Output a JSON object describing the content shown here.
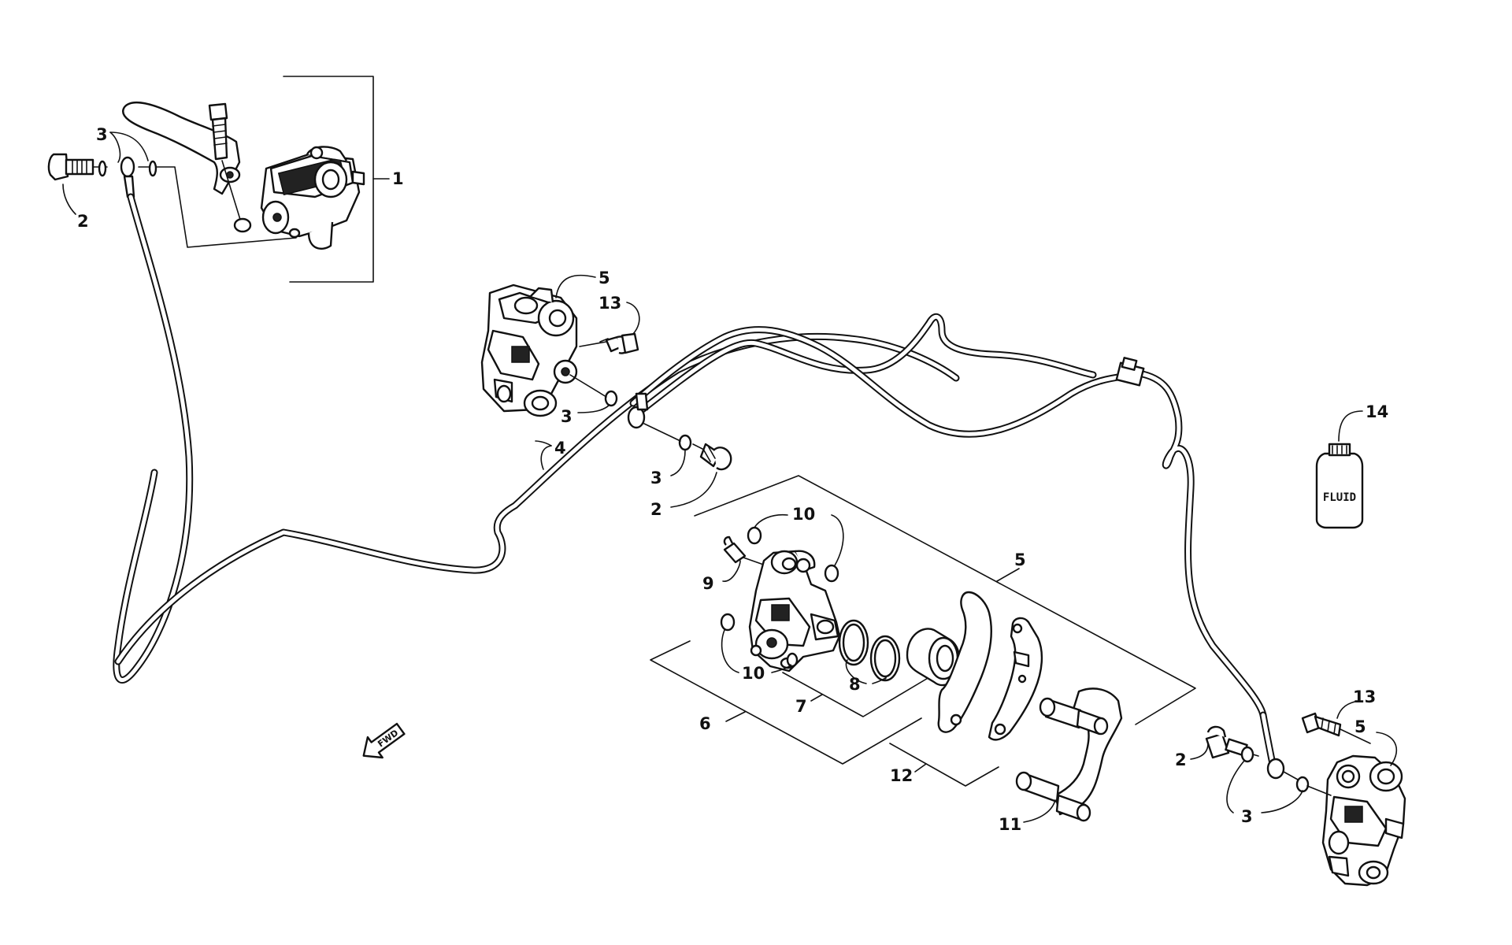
{
  "callouts": [
    {
      "id": "c1",
      "text": "1"
    },
    {
      "id": "c2a",
      "text": "2"
    },
    {
      "id": "c3a",
      "text": "3"
    },
    {
      "id": "c5a",
      "text": "5"
    },
    {
      "id": "c13a",
      "text": "13"
    },
    {
      "id": "c3b",
      "text": "3"
    },
    {
      "id": "c4",
      "text": "4"
    },
    {
      "id": "c3c",
      "text": "3"
    },
    {
      "id": "c2b",
      "text": "2"
    },
    {
      "id": "c10a",
      "text": "10"
    },
    {
      "id": "c9",
      "text": "9"
    },
    {
      "id": "c5b",
      "text": "5"
    },
    {
      "id": "c10b",
      "text": "10"
    },
    {
      "id": "c8",
      "text": "8"
    },
    {
      "id": "c7",
      "text": "7"
    },
    {
      "id": "c6",
      "text": "6"
    },
    {
      "id": "c12",
      "text": "12"
    },
    {
      "id": "c11",
      "text": "11"
    },
    {
      "id": "c14",
      "text": "14"
    },
    {
      "id": "c13b",
      "text": "13"
    },
    {
      "id": "c5c",
      "text": "5"
    },
    {
      "id": "c2c",
      "text": "2"
    },
    {
      "id": "c3d",
      "text": "3"
    }
  ],
  "fluid_bottle_label": "FLUID",
  "direction_arrow_label": "FWD"
}
